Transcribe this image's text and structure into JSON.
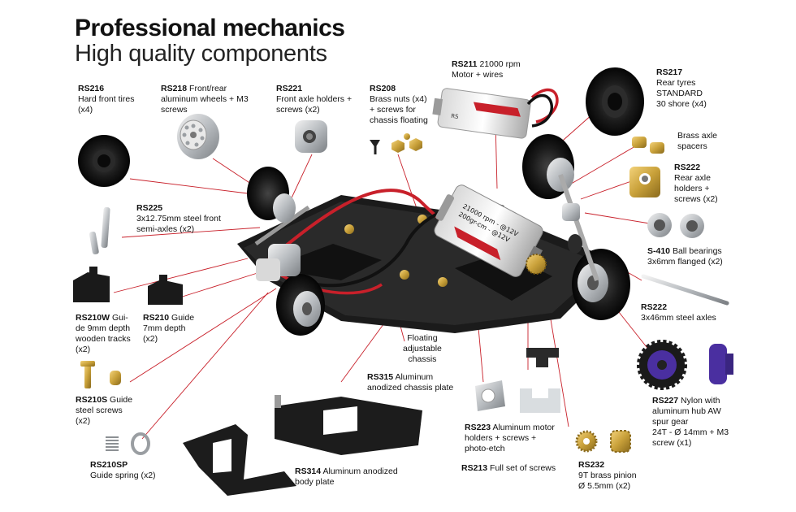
{
  "header": {
    "title": "Professional mechanics",
    "subtitle": "High quality components"
  },
  "labels": {
    "rs216": {
      "code": "RS216",
      "l1": "Hard front tires",
      "l2": "(x4)"
    },
    "rs218": {
      "code": "RS218",
      "t": "Front/rear",
      "l1": "aluminum wheels + M3",
      "l2": "screws"
    },
    "rs221": {
      "code": "RS221",
      "l1": "Front axle holders +",
      "l2": "screws (x2)"
    },
    "rs208": {
      "code": "RS208",
      "l1": "Brass nuts (x4)",
      "l2": "+ screws for",
      "l3": "chassis floating"
    },
    "rs211": {
      "code": "RS211",
      "t": "21000 rpm",
      "l1": "Motor + wires"
    },
    "rs217": {
      "code": "RS217",
      "l1": "Rear tyres",
      "l2": "STANDARD",
      "l3": "30 shore (x4)"
    },
    "spacers": {
      "l1": "Brass axle",
      "l2": "spacers"
    },
    "rs222a": {
      "code": "RS222",
      "l1": "Rear axle",
      "l2": "holders +",
      "l3": "screws (x2)"
    },
    "s410": {
      "code": "S-410",
      "t": "Ball bearings",
      "l1": "3x6mm flanged (x2)"
    },
    "rs225": {
      "code": "RS225",
      "l1": "3x12.75mm steel front",
      "l2": "semi-axles (x2)"
    },
    "rs222b": {
      "code": "RS222",
      "l1": "3x46mm steel axles"
    },
    "rs210w": {
      "code": "RS210W",
      "t": "Gui-",
      "l1": "de 9mm depth",
      "l2": "wooden tracks",
      "l3": "(x2)"
    },
    "rs210": {
      "code": "RS210",
      "t": "Guide",
      "l1": "7mm depth",
      "l2": "(x2)"
    },
    "floating": {
      "l1": "Floating",
      "l2": "adjustable",
      "l3": "chassis"
    },
    "rs315": {
      "code": "RS315",
      "t": "Aluminum",
      "l1": "anodized chassis plate"
    },
    "rs210s": {
      "code": "RS210S",
      "t": "Guide",
      "l1": "steel screws",
      "l2": "(x2)"
    },
    "rs227": {
      "code": "RS227",
      "t": "Nylon with",
      "l1": "aluminum hub AW",
      "l2": "spur gear",
      "l3": "24T  - Ø 14mm + M3",
      "l4": "screw (x1)"
    },
    "rs223": {
      "code": "RS223",
      "t": "Aluminum motor",
      "l1": "holders + screws +",
      "l2": "photo-etch"
    },
    "rs210sp": {
      "code": "RS210SP",
      "l1": "Guide spring (x2)"
    },
    "rs314": {
      "code": "RS314",
      "t": "Aluminum anodized",
      "l1": "body plate"
    },
    "rs213": {
      "code": "RS213",
      "t": "Full set of screws"
    },
    "rs232": {
      "code": "RS232",
      "l1": "9T brass pinion",
      "l2": "Ø 5.5mm (x2)"
    }
  },
  "motor_print": {
    "l1": "21000 rpm - @12V",
    "l2": "200gr-cm - @12V"
  },
  "colors": {
    "leader": "#c8202a",
    "chassis": "#1b1b1b",
    "brass": "#c9a13a",
    "purple": "#4a2fa0",
    "silver": "#bfc3c7",
    "tire": "#111111"
  }
}
